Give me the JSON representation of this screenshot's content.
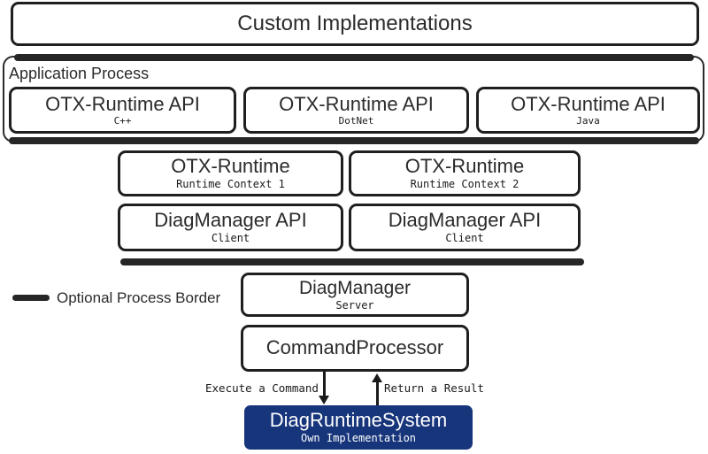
{
  "colors": {
    "box_border": "#1f1f1f",
    "bar": "#262626",
    "text": "#2b2b2b",
    "blue_box_bg": "#17357b",
    "blue_box_text": "#ffffff"
  },
  "top_box": {
    "title": "Custom Implementations"
  },
  "application_process": {
    "label": "Application Process",
    "boxes": [
      {
        "title": "OTX-Runtime API",
        "subtitle": "C++"
      },
      {
        "title": "OTX-Runtime API",
        "subtitle": "DotNet"
      },
      {
        "title": "OTX-Runtime API",
        "subtitle": "Java"
      }
    ]
  },
  "runtime_row": {
    "boxes": [
      {
        "title": "OTX-Runtime",
        "subtitle": "Runtime Context 1"
      },
      {
        "title": "OTX-Runtime",
        "subtitle": "Runtime Context 2"
      }
    ]
  },
  "diagmanager_api_row": {
    "boxes": [
      {
        "title": "DiagManager API",
        "subtitle": "Client"
      },
      {
        "title": "DiagManager API",
        "subtitle": "Client"
      }
    ]
  },
  "legend": {
    "label": "Optional Process Border"
  },
  "diagmanager_box": {
    "title": "DiagManager",
    "subtitle": "Server"
  },
  "command_processor_box": {
    "title": "CommandProcessor"
  },
  "arrows": {
    "execute_label": "Execute a Command",
    "return_label": "Return a Result"
  },
  "diag_runtime_system_box": {
    "title": "DiagRuntimeSystem",
    "subtitle": "Own Implementation"
  }
}
